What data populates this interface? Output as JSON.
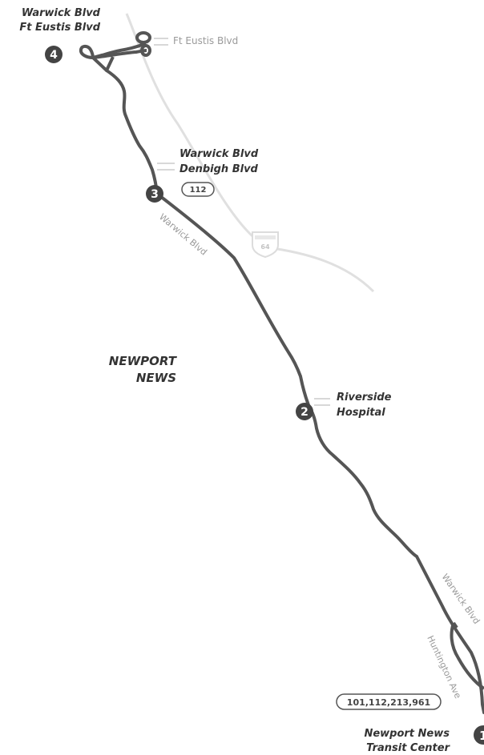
{
  "colors": {
    "background": "#ffffff",
    "route": "#555555",
    "highway": "#e0e0e0",
    "leader": "#cccccc",
    "street_text": "#9a9a9a",
    "stop_fill": "#444444",
    "label_text": "#333333"
  },
  "stops": [
    {
      "number": "1",
      "lines": [
        "Newport News",
        "Transit Center"
      ]
    },
    {
      "number": "2",
      "lines": [
        "Riverside",
        "Hospital"
      ]
    },
    {
      "number": "3",
      "lines": [
        "Warwick Blvd",
        "Denbigh Blvd"
      ]
    },
    {
      "number": "4",
      "lines": [
        "Warwick Blvd",
        "Ft Eustis Blvd"
      ]
    }
  ],
  "streets": {
    "ft_eustis": "Ft Eustis Blvd",
    "warwick_upper": "Warwick Blvd",
    "warwick_lower": "Warwick Blvd",
    "huntington": "Huntington Ave"
  },
  "area": {
    "line1": "NEWPORT",
    "line2": "NEWS"
  },
  "interstate": {
    "number": "64",
    "icon": "interstate-shield-icon"
  },
  "route_badges": {
    "denbigh": "112",
    "transit_center": "101,112,213,961"
  }
}
